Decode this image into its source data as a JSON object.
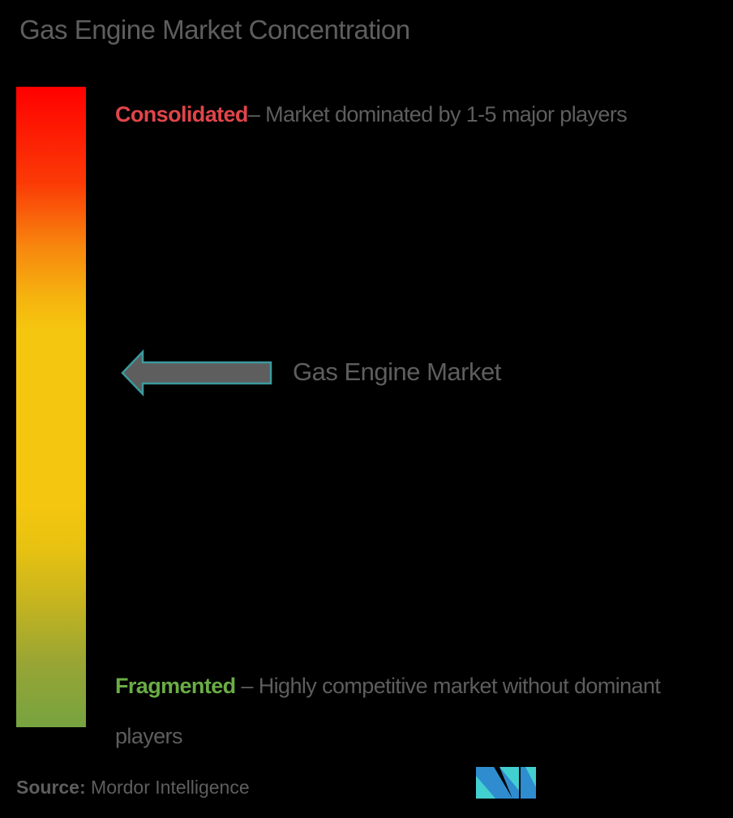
{
  "title": "Gas Engine Market Concentration",
  "scale": {
    "top_color": "#ff0000",
    "middle_color": "#f5c60f",
    "bottom_color": "#76a340"
  },
  "consolidated": {
    "keyword": "Consolidated",
    "description": "– Market dominated by 1-5 major players",
    "color": "#e0454a"
  },
  "fragmented": {
    "keyword": "Fragmented",
    "description": " – Highly competitive market without dominant players",
    "color": "#6aad45"
  },
  "marker": {
    "label": "Gas Engine Market",
    "icon": "left-arrow-icon",
    "fill": "#5e5e5e",
    "stroke": "#3b9a9e"
  },
  "source": {
    "label": "Source:",
    "value": " Mordor Intelligence"
  },
  "logo": {
    "icon": "mordor-intelligence-logo",
    "colors": [
      "#2f8ccf",
      "#42cfd0"
    ]
  }
}
